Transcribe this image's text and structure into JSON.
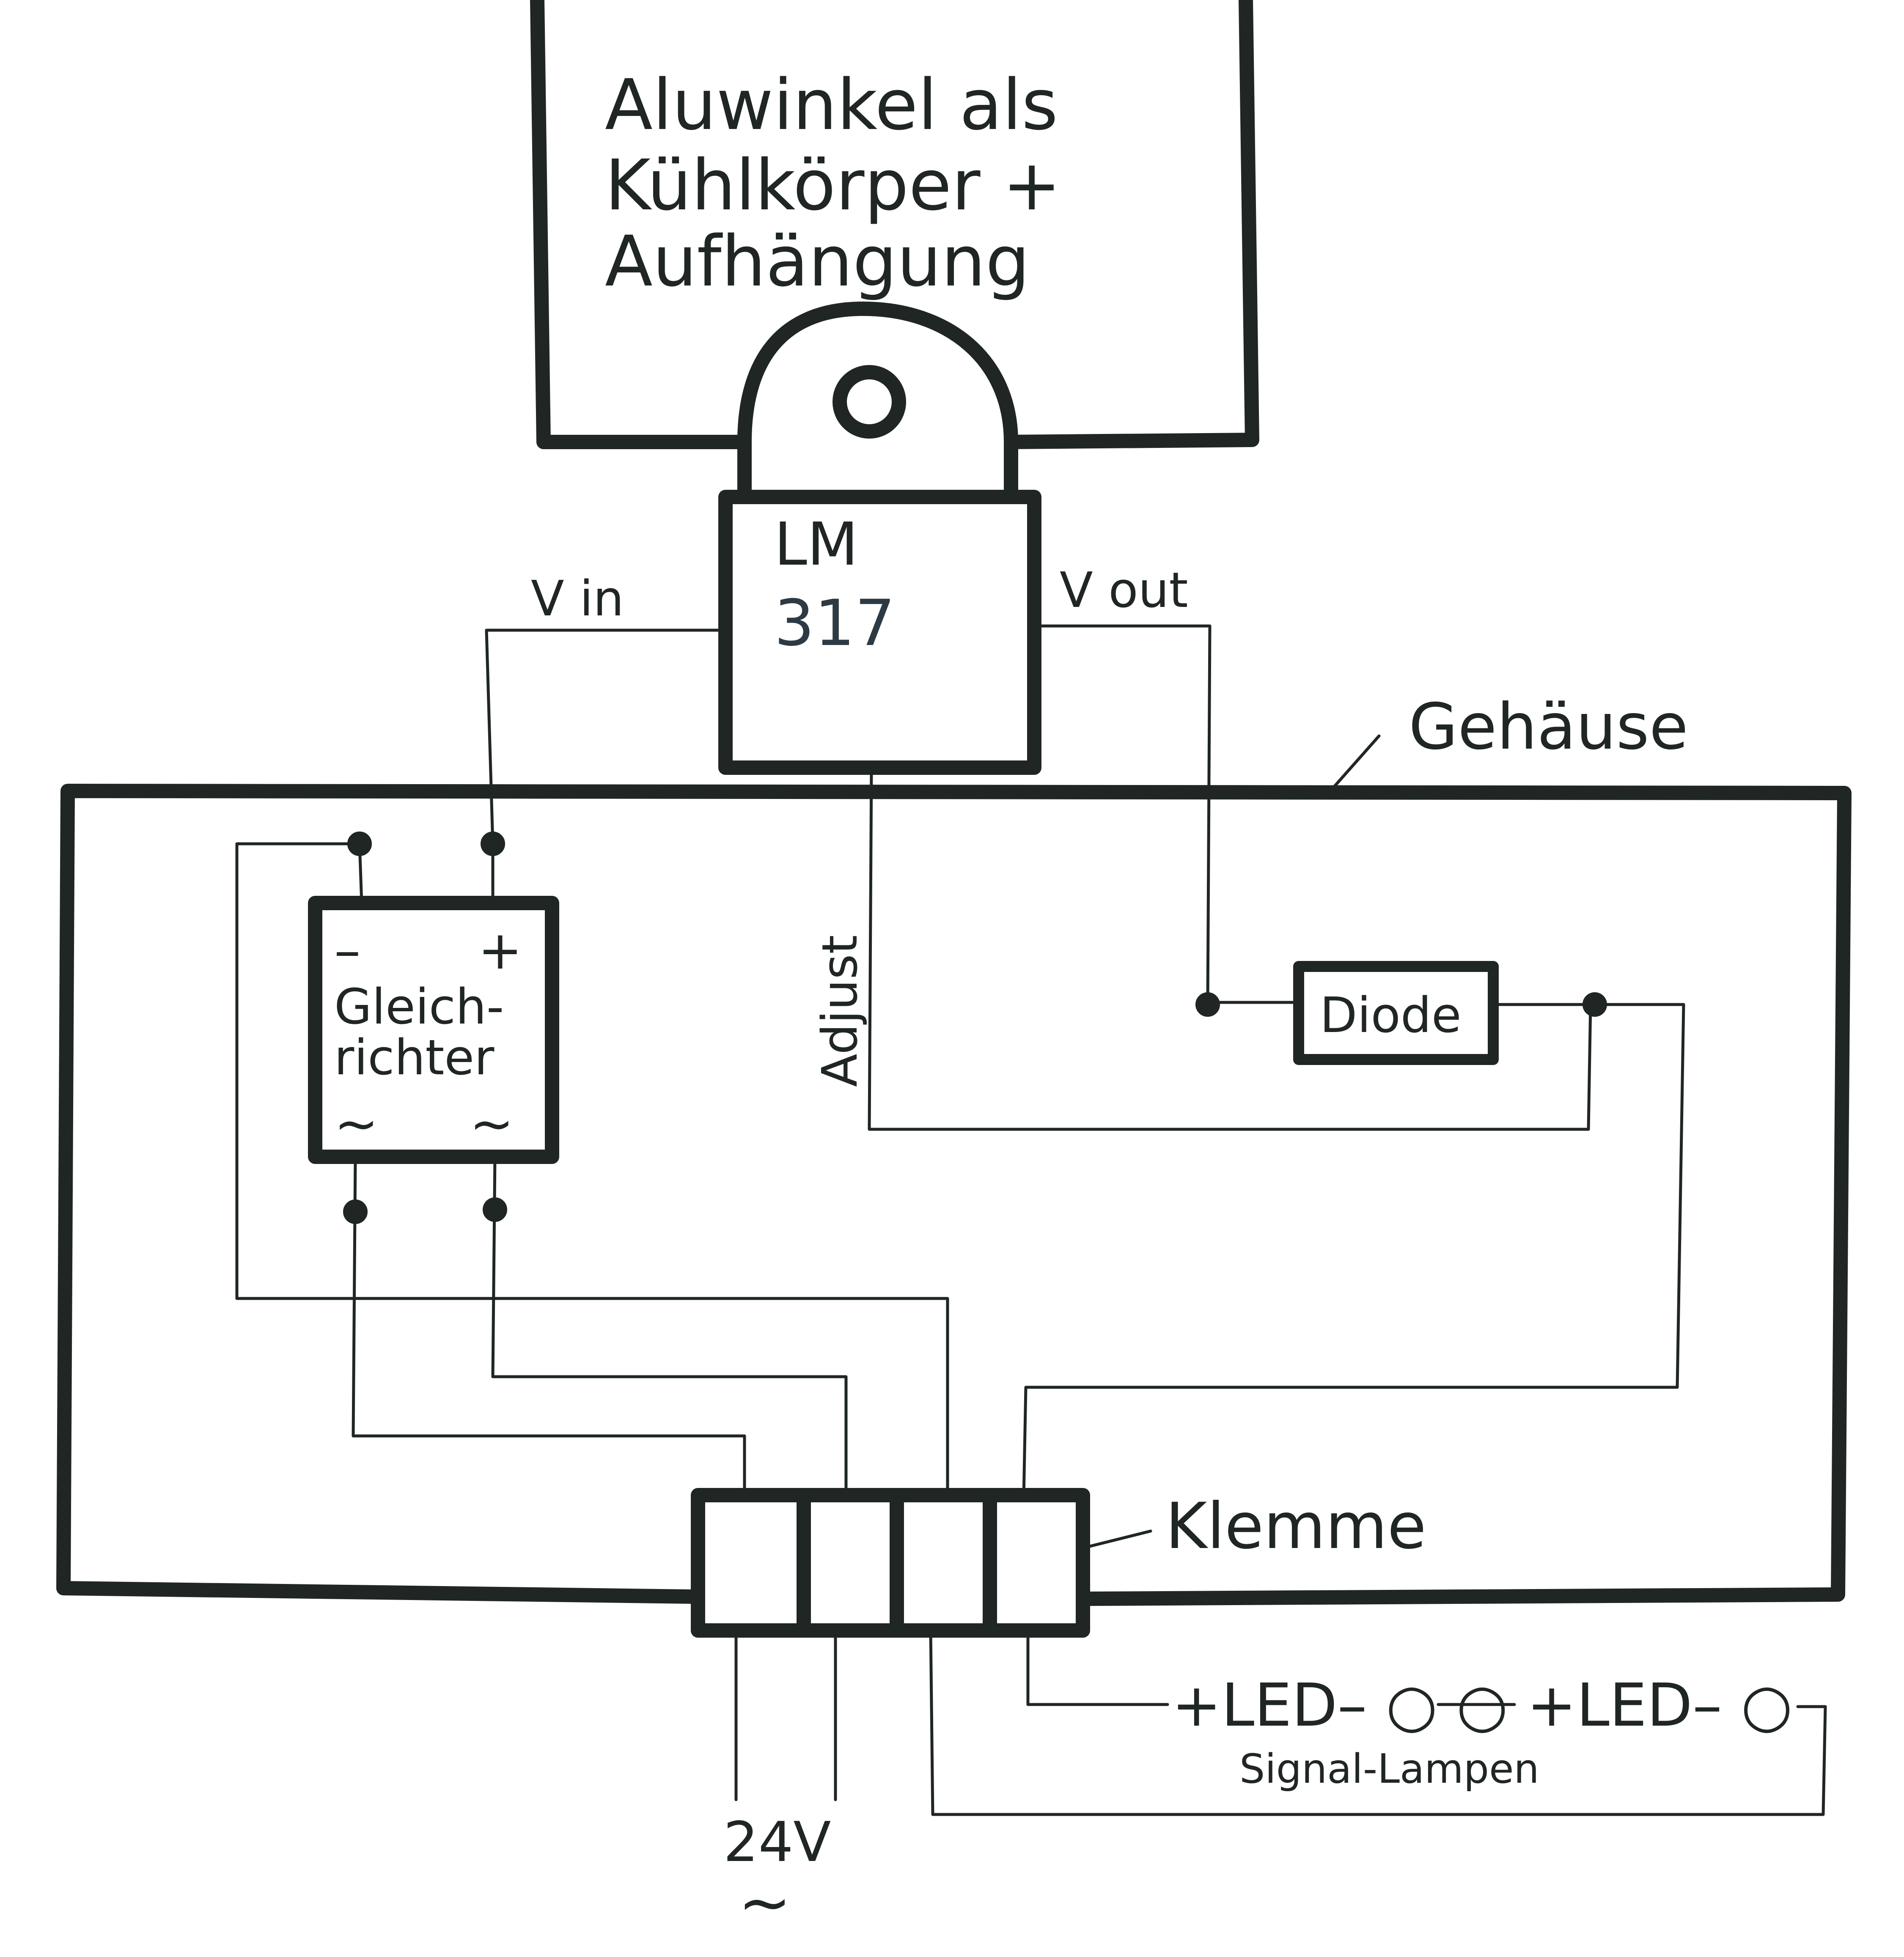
{
  "labels": {
    "heatsink_line1": "Aluwinkel als",
    "heatsink_line2": "Kühlkörper +",
    "heatsink_line3": "Aufhängung",
    "regulator_line1": "LM",
    "regulator_line2": "317",
    "vin": "V in",
    "vout": "V out",
    "housing": "Gehäuse",
    "adjust": "Adjust",
    "rectifier_minus": "–",
    "rectifier_plus": "+",
    "rectifier_line1": "Gleich-",
    "rectifier_line2": "richter",
    "rectifier_ac_left": "~",
    "rectifier_ac_right": "~",
    "diode": "Diode",
    "terminal": "Klemme",
    "led_chain": "+LED– ○ ○ +LED– ○",
    "signal_lamps": "Signal-Lampen",
    "supply_voltage": "24V",
    "supply_ac": "~"
  },
  "colors": {
    "ink": "#1f2624",
    "paper": "#ffffff"
  }
}
